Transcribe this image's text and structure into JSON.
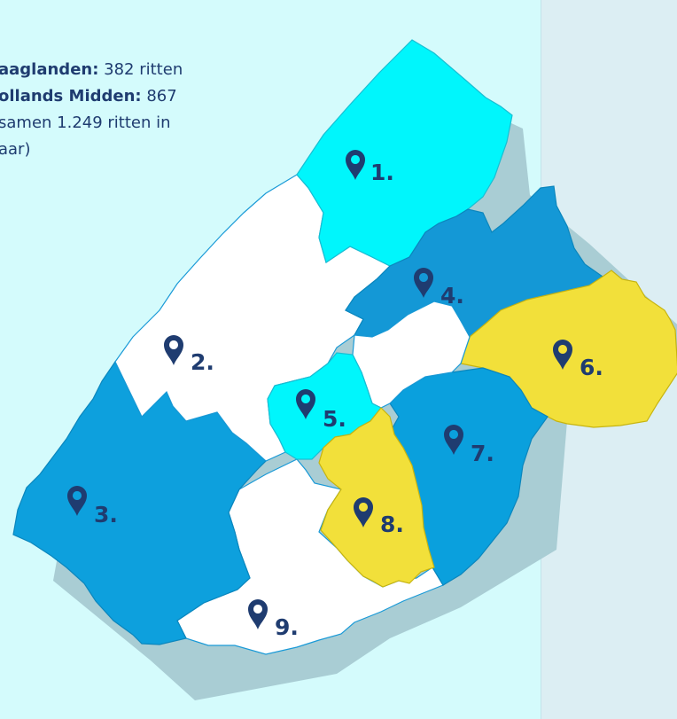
{
  "info": {
    "line1_bold": "aaglanden:",
    "line1_rest": " 382 ritten",
    "line2_bold": "ollands Midden:",
    "line2_rest": "  867",
    "line3": "samen 1.249 ritten in",
    "line4": "aar)"
  },
  "regions": [
    {
      "label": "1.",
      "icon": "map-pin-icon",
      "color": "#00f6fc"
    },
    {
      "label": "2.",
      "icon": "map-pin-icon",
      "color": "#ffffff"
    },
    {
      "label": "3.",
      "icon": "map-pin-icon",
      "color": "#0da0dd"
    },
    {
      "label": "4.",
      "icon": "map-pin-icon",
      "color": "#1498d6"
    },
    {
      "label": "5.",
      "icon": "map-pin-icon",
      "color": "#00f6fc"
    },
    {
      "label": "6.",
      "icon": "map-pin-icon",
      "color": "#f2e03a"
    },
    {
      "label": "7.",
      "icon": "map-pin-icon",
      "color": "#0aa0dd"
    },
    {
      "label": "8.",
      "icon": "map-pin-icon",
      "color": "#f2e03a"
    },
    {
      "label": "9.",
      "icon": "map-pin-icon",
      "color": "#ffffff"
    }
  ],
  "colors": {
    "background": "#d4fbfc",
    "panel": "#dceef3",
    "text": "#1f3c70",
    "shadow": "#a9cdd4"
  }
}
